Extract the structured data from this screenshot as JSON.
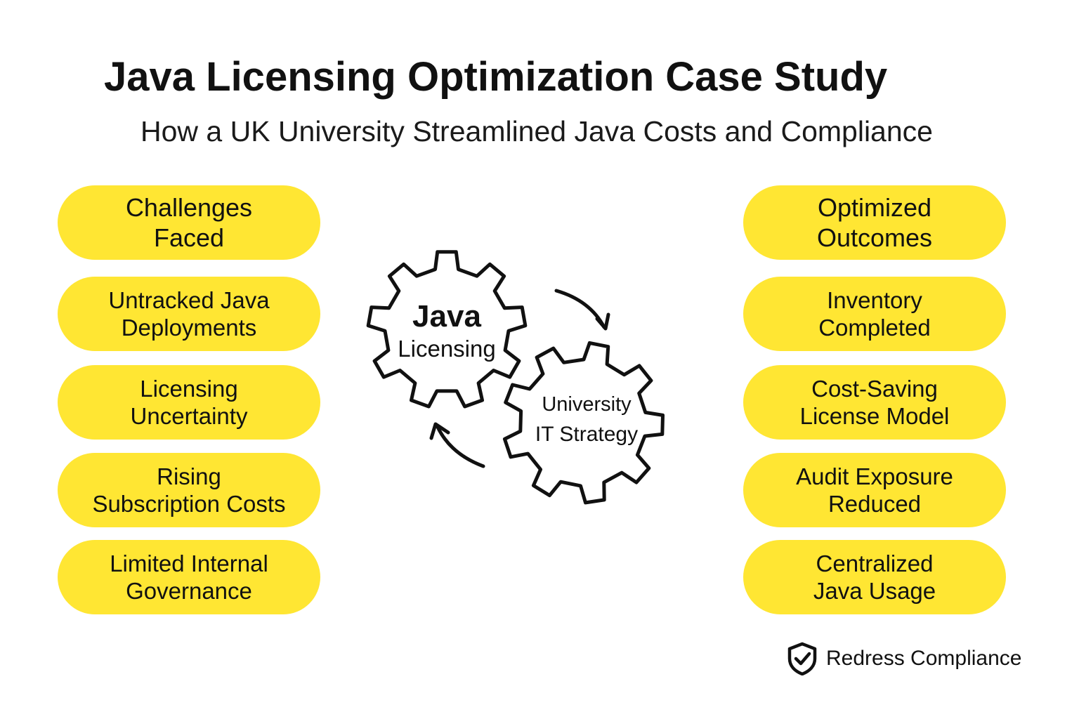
{
  "header": {
    "title": "Java Licensing Optimization Case Study",
    "subtitle": "How a UK University Streamlined Java Costs and Compliance"
  },
  "challenges": {
    "heading": "Challenges\nFaced",
    "items": [
      "Untracked Java\nDeployments",
      "Licensing\nUncertainty",
      "Rising\nSubscription Costs",
      "Limited Internal\nGovernance"
    ]
  },
  "outcomes": {
    "heading": "Optimized\nOutcomes",
    "items": [
      "Inventory\nCompleted",
      "Cost-Saving\nLicense Model",
      "Audit Exposure\nReduced",
      "Centralized\nJava Usage"
    ]
  },
  "diagram": {
    "gear1_line1": "Java",
    "gear1_line2": "Licensing",
    "gear2_line1": "University",
    "gear2_line2": "IT Strategy",
    "icons": [
      "gear-icon",
      "gear-icon",
      "cycle-arrow-icon",
      "cycle-arrow-icon"
    ]
  },
  "brand": {
    "name": "Redress Compliance",
    "icon": "shield-check-icon"
  },
  "colors": {
    "pill": "#FFE633",
    "text": "#111111",
    "background": "#FFFFFF"
  }
}
